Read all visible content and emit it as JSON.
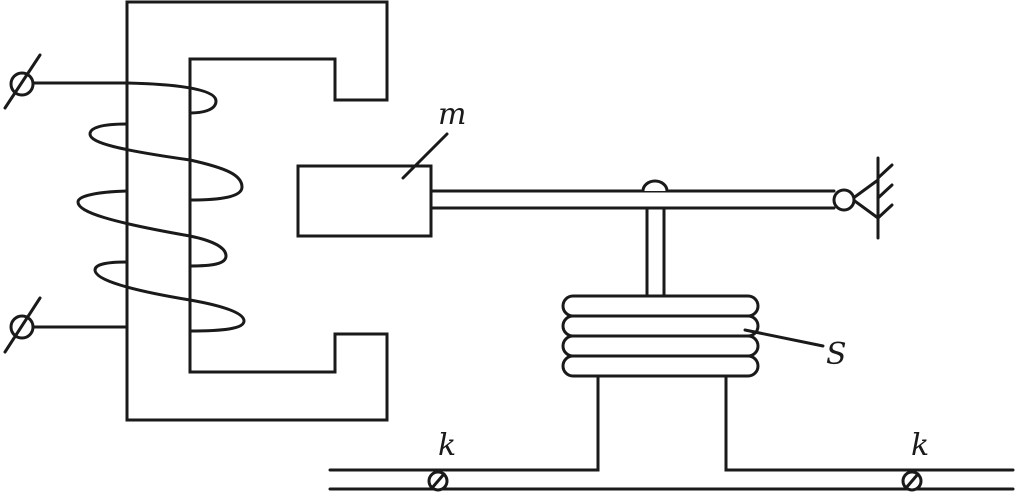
{
  "labels": {
    "mass": "m",
    "spring": "S",
    "contact_left": "k",
    "contact_right": "k"
  },
  "colors": {
    "line": "#1a1a1a",
    "background": "#ffffff"
  }
}
